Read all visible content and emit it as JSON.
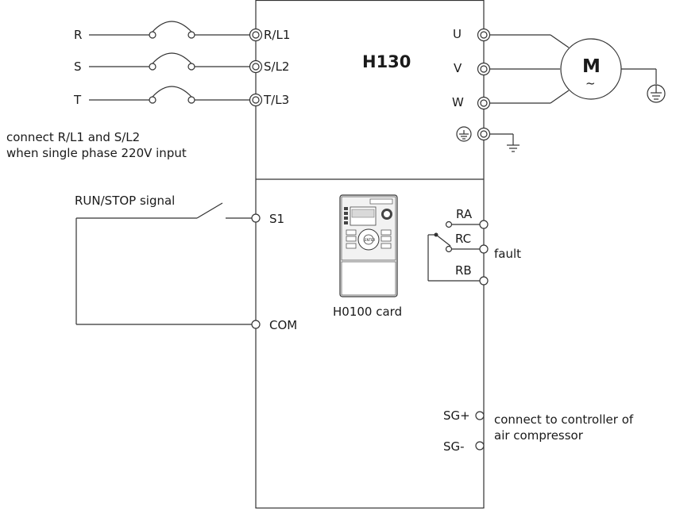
{
  "drive": {
    "model": "H130"
  },
  "inputs": {
    "r": "R",
    "s": "S",
    "t": "T"
  },
  "power_terminals": {
    "rl1": "R/L1",
    "sl2": "S/L2",
    "tl3": "T/L3"
  },
  "outputs": {
    "u": "U",
    "v": "V",
    "w": "W"
  },
  "motor": {
    "label": "M",
    "tilde": "~"
  },
  "note_single_phase": [
    "connect R/L1 and S/L2",
    "when single phase 220V input"
  ],
  "run_stop": {
    "label": "RUN/STOP signal",
    "s1": "S1",
    "com": "COM"
  },
  "card": {
    "label": "H0100 card",
    "keypad_ok": "ENTER"
  },
  "relay": {
    "ra": "RA",
    "rc": "RC",
    "rb": "RB",
    "label": "fault"
  },
  "comm": {
    "sg_plus": "SG+",
    "sg_minus": "SG-",
    "note": [
      "connect to controller of",
      "air compressor"
    ]
  }
}
